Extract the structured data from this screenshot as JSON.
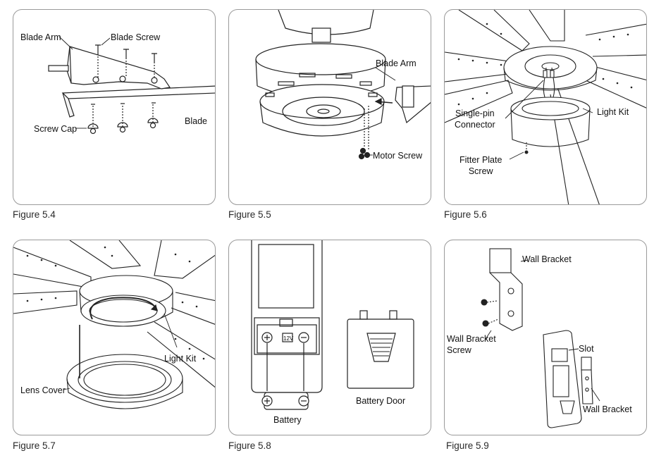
{
  "figures": [
    {
      "caption": "Figure 5.4",
      "labels": {
        "blade_arm": "Blade Arm",
        "blade_screw": "Blade Screw",
        "blade": "Blade",
        "screw_cap": "Screw Cap"
      }
    },
    {
      "caption": "Figure 5.5",
      "labels": {
        "blade_arm": "Blade Arm",
        "motor_screw": "Motor Screw"
      }
    },
    {
      "caption": "Figure 5.6",
      "labels": {
        "single_pin_line1": "Single-pin",
        "single_pin_line2": "Connector",
        "light_kit": "Light Kit",
        "fitter_line1": "Fitter Plate",
        "fitter_line2": "Screw"
      }
    },
    {
      "caption": "Figure 5.7",
      "labels": {
        "light_kit": "Light Kit",
        "lens_cover": "Lens Cover"
      }
    },
    {
      "caption": "Figure 5.8",
      "labels": {
        "battery": "Battery",
        "battery_door": "Battery Door",
        "voltage_mark": "12V"
      }
    },
    {
      "caption": "Figure 5.9",
      "labels": {
        "wall_bracket_top": "Wall Bracket",
        "wall_bracket_screw_line1": "Wall Bracket",
        "wall_bracket_screw_line2": "Screw",
        "slot": "Slot",
        "wall_bracket_bottom": "Wall Bracket"
      }
    }
  ]
}
